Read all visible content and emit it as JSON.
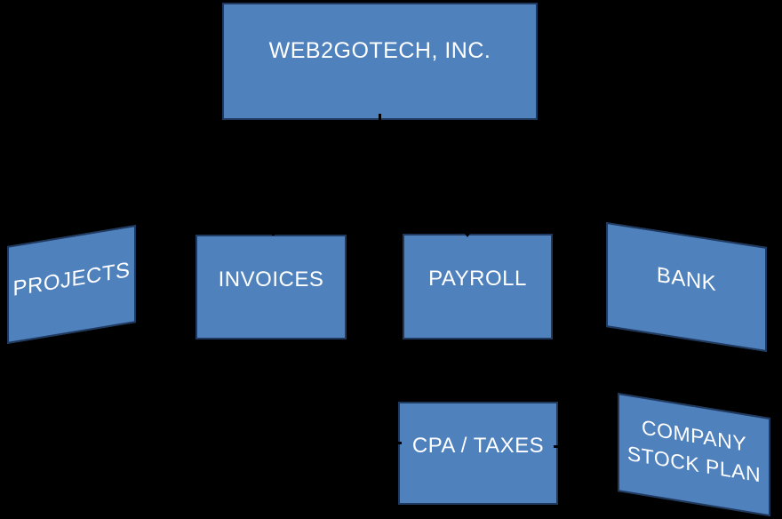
{
  "colors": {
    "background": "#000000",
    "node_fill": "#4F81BD",
    "node_border": "#1F3A5E",
    "label": "#FFFFFF"
  },
  "nodes": {
    "company": {
      "label": "WEB2GOTECH, INC."
    },
    "projects": {
      "label": "PROJECTS"
    },
    "invoices": {
      "label": "INVOICES"
    },
    "payroll": {
      "label": "PAYROLL"
    },
    "bank": {
      "label": "BANK"
    },
    "cpa": {
      "label": "CPA / TAXES"
    },
    "stock": {
      "line1": "COMPANY",
      "line2": "STOCK PLAN"
    }
  }
}
